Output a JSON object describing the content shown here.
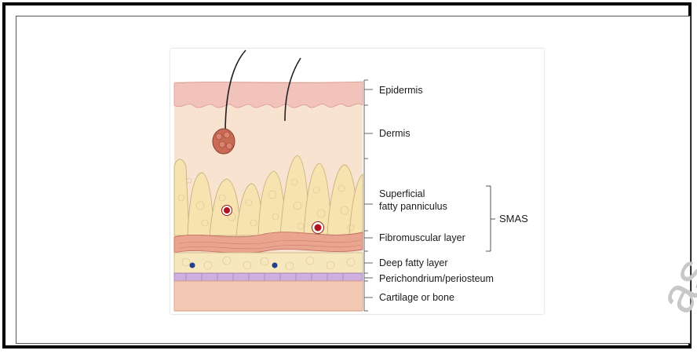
{
  "diagram": {
    "labels": {
      "epidermis": "Epidermis",
      "dermis": "Dermis",
      "superficial_line1": "Superficial",
      "superficial_line2": "fatty panniculus",
      "fibromuscular": "Fibromuscular layer",
      "deep_fatty": "Deep fatty layer",
      "perichondrium": "Perichondrium/periosteum",
      "cartilage": "Cartilage or bone",
      "smas": "SMAS"
    },
    "colors": {
      "epidermis": "#f3c9c1",
      "dermis": "#f6dcc9",
      "fat": "#f7e6b8",
      "fibromuscular": "#e8a08c",
      "perichondrium": "#c9a6d6",
      "bone": "#f2c7b2",
      "vessel_red": "#b0141e",
      "vessel_blue": "#1f3f8f",
      "bracket": "#555555"
    }
  },
  "watermark": {
    "text": "as"
  }
}
